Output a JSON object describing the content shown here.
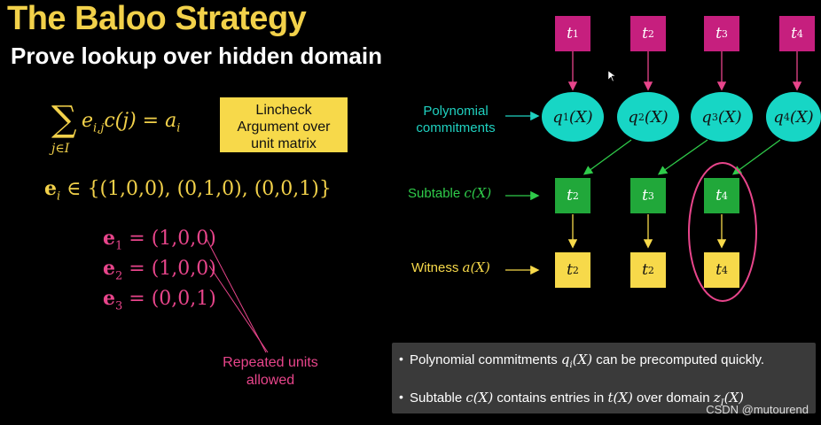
{
  "slide": {
    "title": "The Baloo Strategy",
    "subtitle": "Prove lookup over hidden domain",
    "sum_symbol": "∑",
    "sum_subscript": "j∈I",
    "sum_expression": "e",
    "sum_expression_sub": "i,j",
    "sum_expression_rest": "c(j) = a",
    "sum_expression_rhs_sub": "i",
    "lincheck_lines": [
      "Lincheck",
      "Argument over",
      "unit matrix"
    ],
    "ei_lhs": "e",
    "ei_lhs_sub": "i",
    "ei_rhs": " ∈ {(1,0,0), (0,1,0), (0,0,1)}",
    "e_items": [
      {
        "name": "e",
        "sub": "1",
        "value": " = (1,0,0)"
      },
      {
        "name": "e",
        "sub": "2",
        "value": " = (1,0,0)"
      },
      {
        "name": "e",
        "sub": "3",
        "value": " = (0,0,1)"
      }
    ],
    "repeated_label_lines": [
      "Repeated units",
      "allowed"
    ],
    "table_t": [
      {
        "name": "t",
        "sub": "1"
      },
      {
        "name": "t",
        "sub": "2"
      },
      {
        "name": "t",
        "sub": "3"
      },
      {
        "name": "t",
        "sub": "4"
      }
    ],
    "commitments": [
      {
        "name": "q",
        "sub": "1",
        "arg": "(X)"
      },
      {
        "name": "q",
        "sub": "2",
        "arg": "(X)"
      },
      {
        "name": "q",
        "sub": "3",
        "arg": "(X)"
      },
      {
        "name": "q",
        "sub": "4",
        "arg": "(X)"
      }
    ],
    "subtable": [
      {
        "name": "t",
        "sub": "2"
      },
      {
        "name": "t",
        "sub": "3"
      },
      {
        "name": "t",
        "sub": "4"
      }
    ],
    "witness": [
      {
        "name": "t",
        "sub": "2"
      },
      {
        "name": "t",
        "sub": "2"
      },
      {
        "name": "t",
        "sub": "4"
      }
    ],
    "poly_label_lines": [
      "Polynomial",
      "commitments"
    ],
    "subtable_label": "Subtable ",
    "subtable_label_math": "c(X)",
    "witness_label": "Witness ",
    "witness_label_math": "a(X)",
    "note1_pre": "Polynomial commitments ",
    "note1_math": "q",
    "note1_math_sub": "i",
    "note1_math_rest": "(X)",
    "note1_post": " can be precomputed quickly.",
    "note2_pre": "Subtable ",
    "note2_math1": "c(X)",
    "note2_mid": " contains entries in ",
    "note2_math2": "t(X)",
    "note2_mid2": " over domain ",
    "note2_math3": "z",
    "note2_math3_sub": "I",
    "note2_math3_rest": "(X)",
    "watermark": "CSDN @mutourend"
  },
  "colors": {
    "title": "#f2d14a",
    "pink": "#e8458b",
    "magenta_square": "#c61f7e",
    "cyan": "#17d6c5",
    "green": "#21a83a",
    "yellow": "#f7d94a",
    "teal_label": "#1fd1c0",
    "green_label": "#2fcb4a"
  },
  "icons": [
    "mouse-cursor-icon",
    "bullet-icon"
  ]
}
